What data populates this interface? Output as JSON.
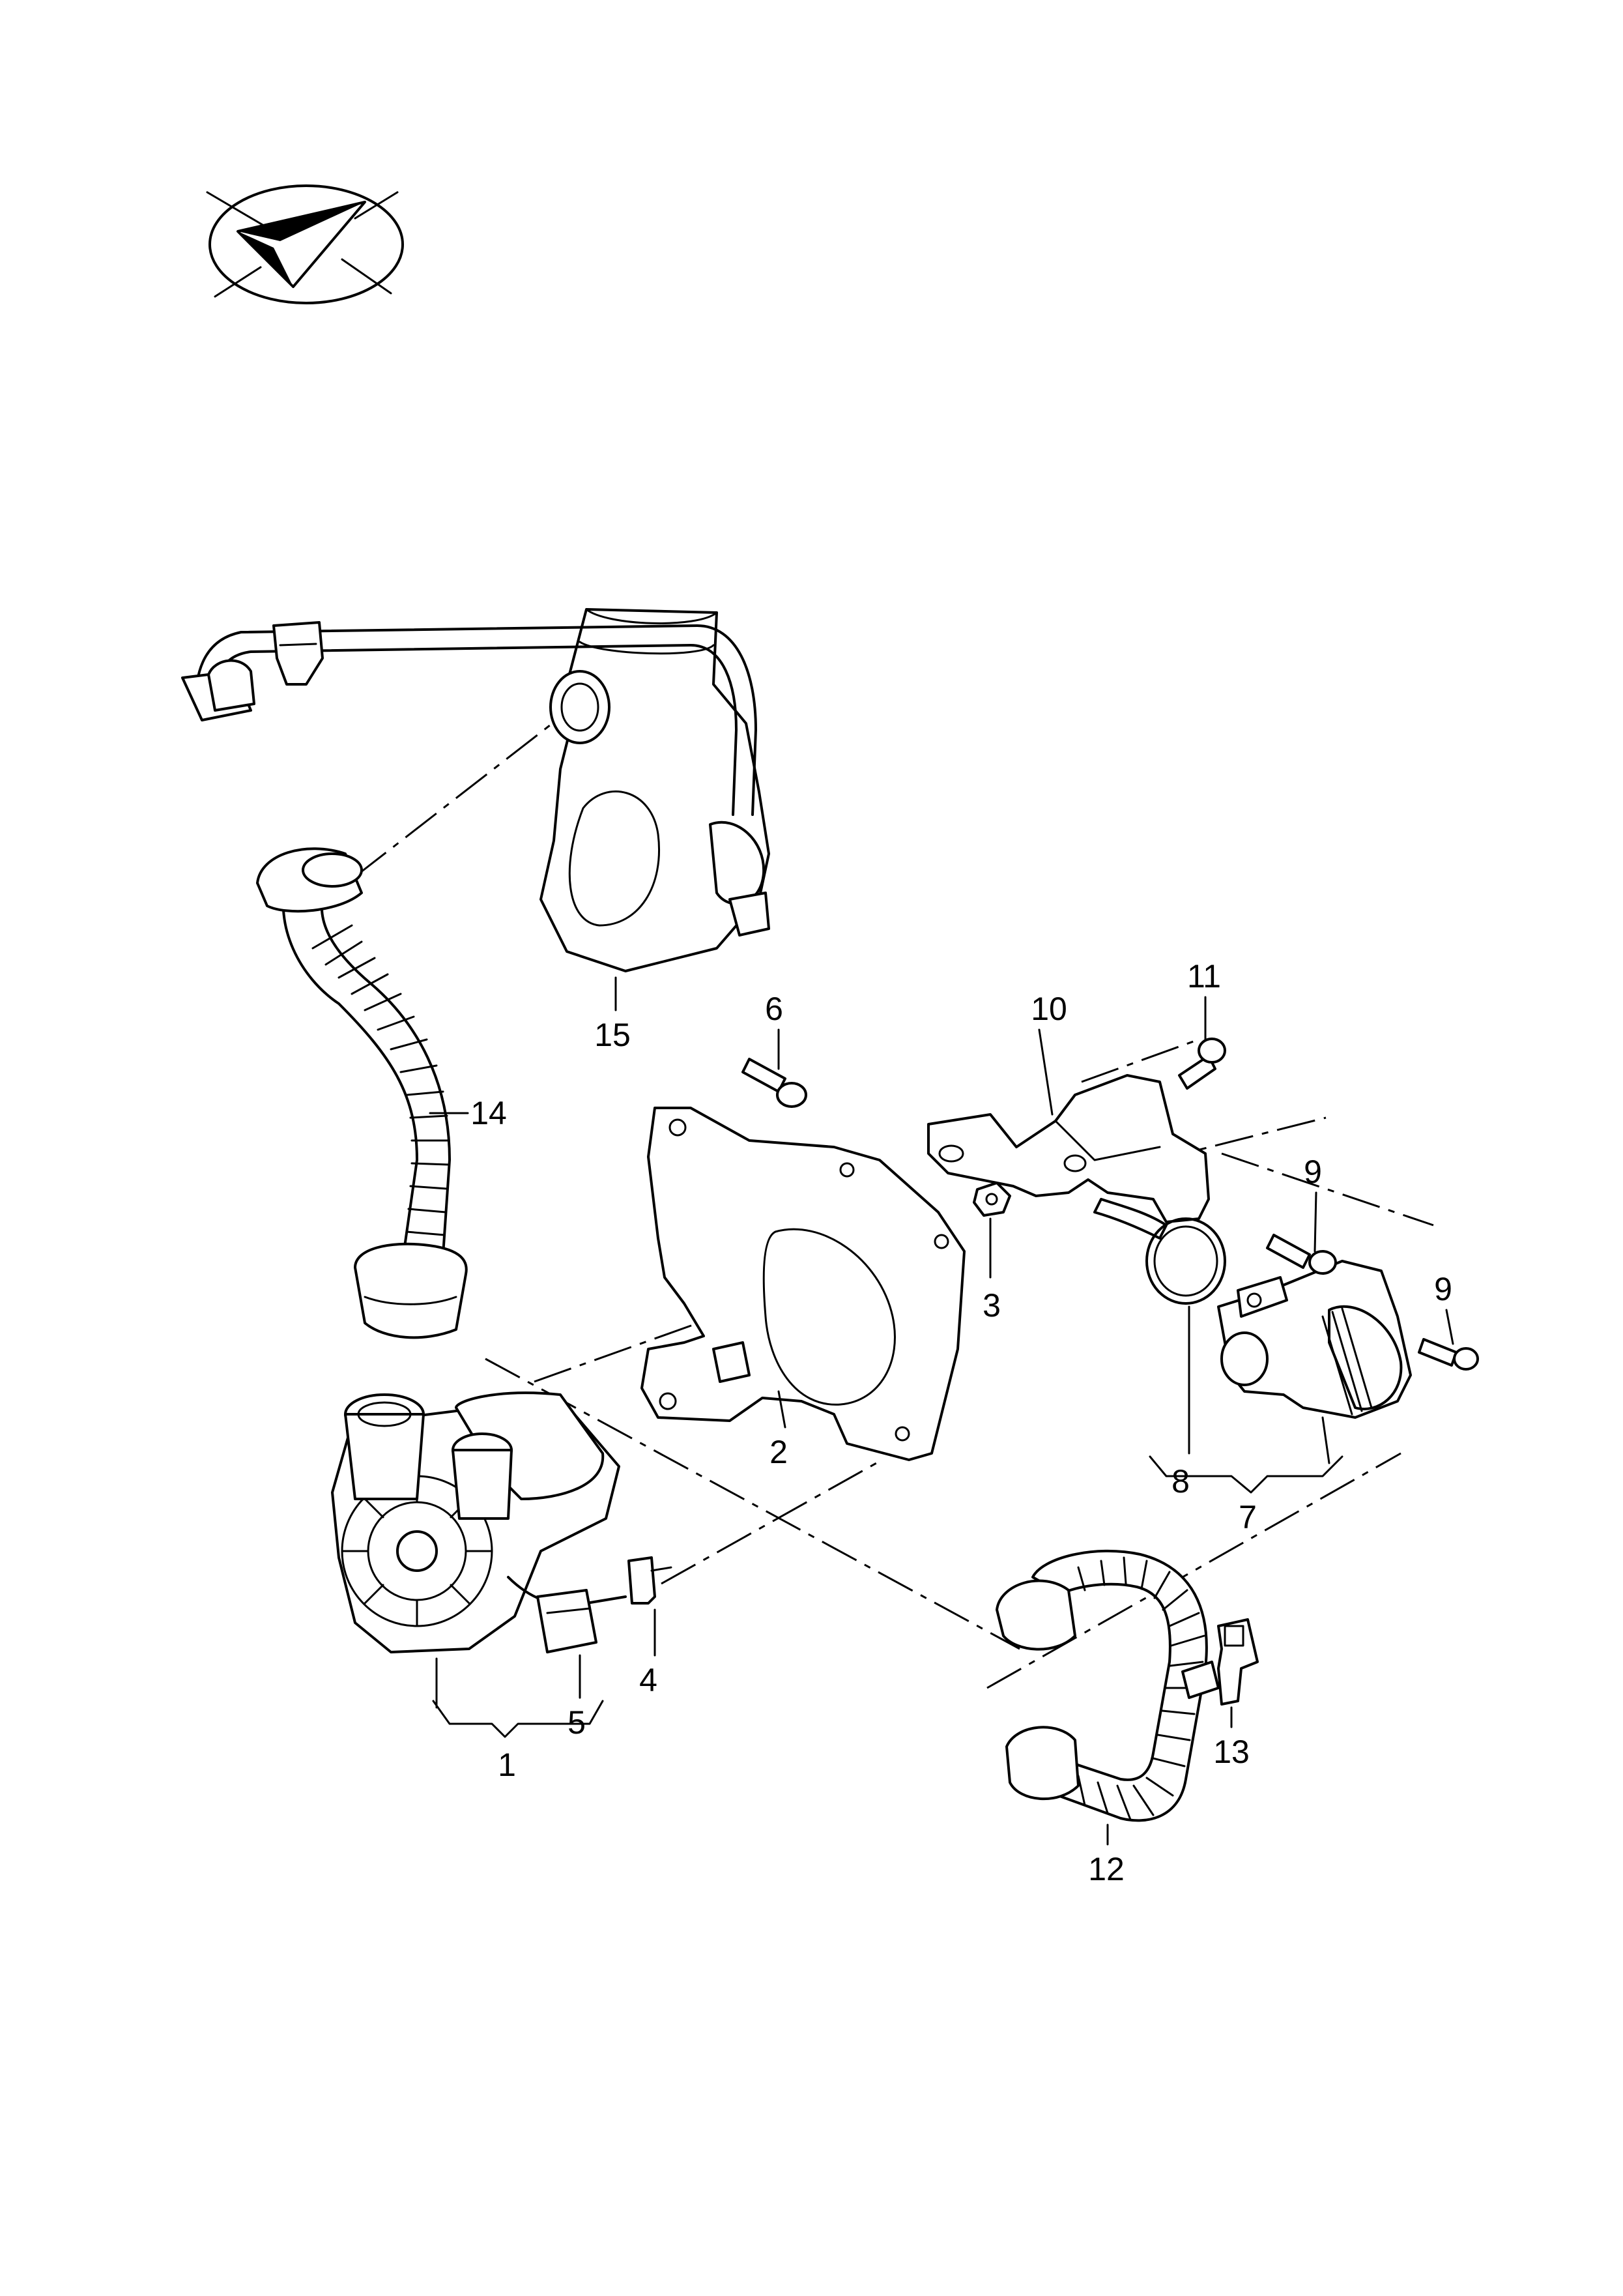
{
  "diagram": {
    "callouts": [
      "1",
      "2",
      "3",
      "4",
      "5",
      "6",
      "7",
      "8",
      "9",
      "9",
      "10",
      "11",
      "12",
      "13",
      "14",
      "15"
    ]
  },
  "icons": {
    "orientation": "paper-plane-direction-icon"
  }
}
